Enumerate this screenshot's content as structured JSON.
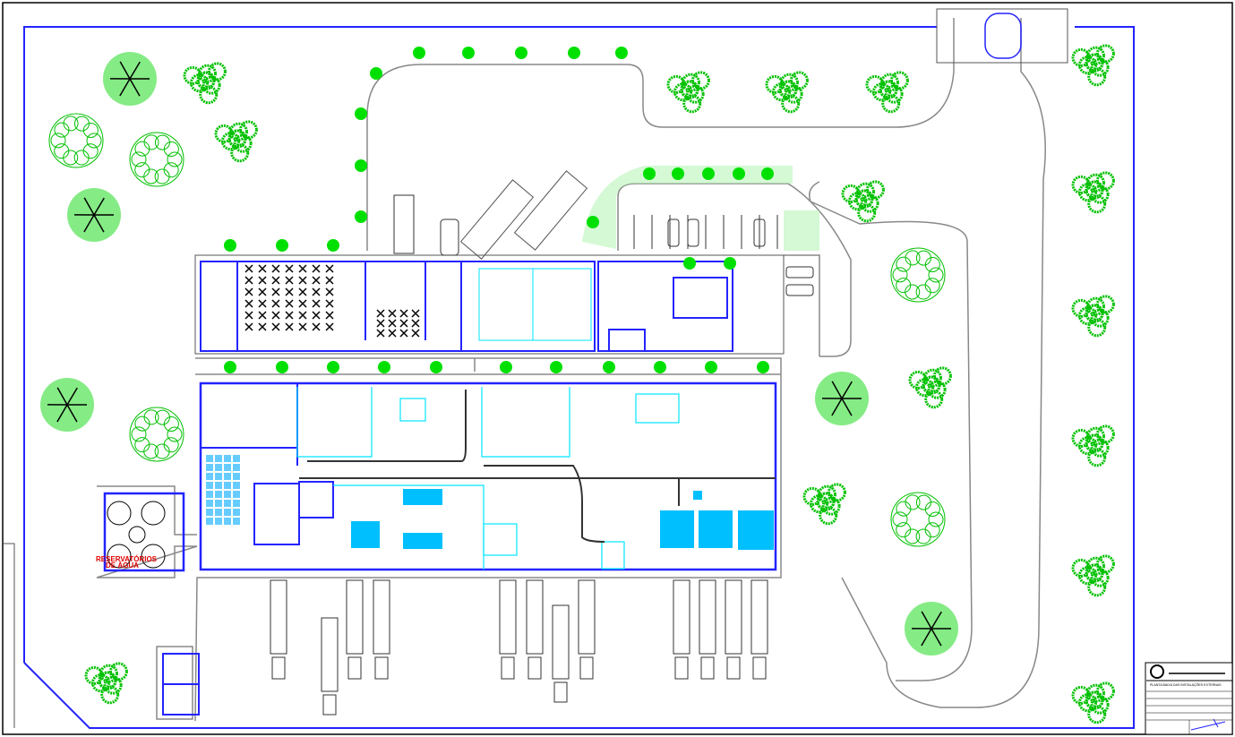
{
  "title_block": {
    "title": "PLANTA BAIXA DAS INSTALAÇÕES EXTERNAS"
  },
  "labels": {
    "reservoirs_line1": "RESERVATÓRIOS",
    "reservoirs_line2": "DE ÁGUA"
  },
  "colors": {
    "wall": "#2323ff",
    "partition": "#00e5ff",
    "tree": "#00e000",
    "road": "#888888",
    "equipment": "#00bfff"
  }
}
